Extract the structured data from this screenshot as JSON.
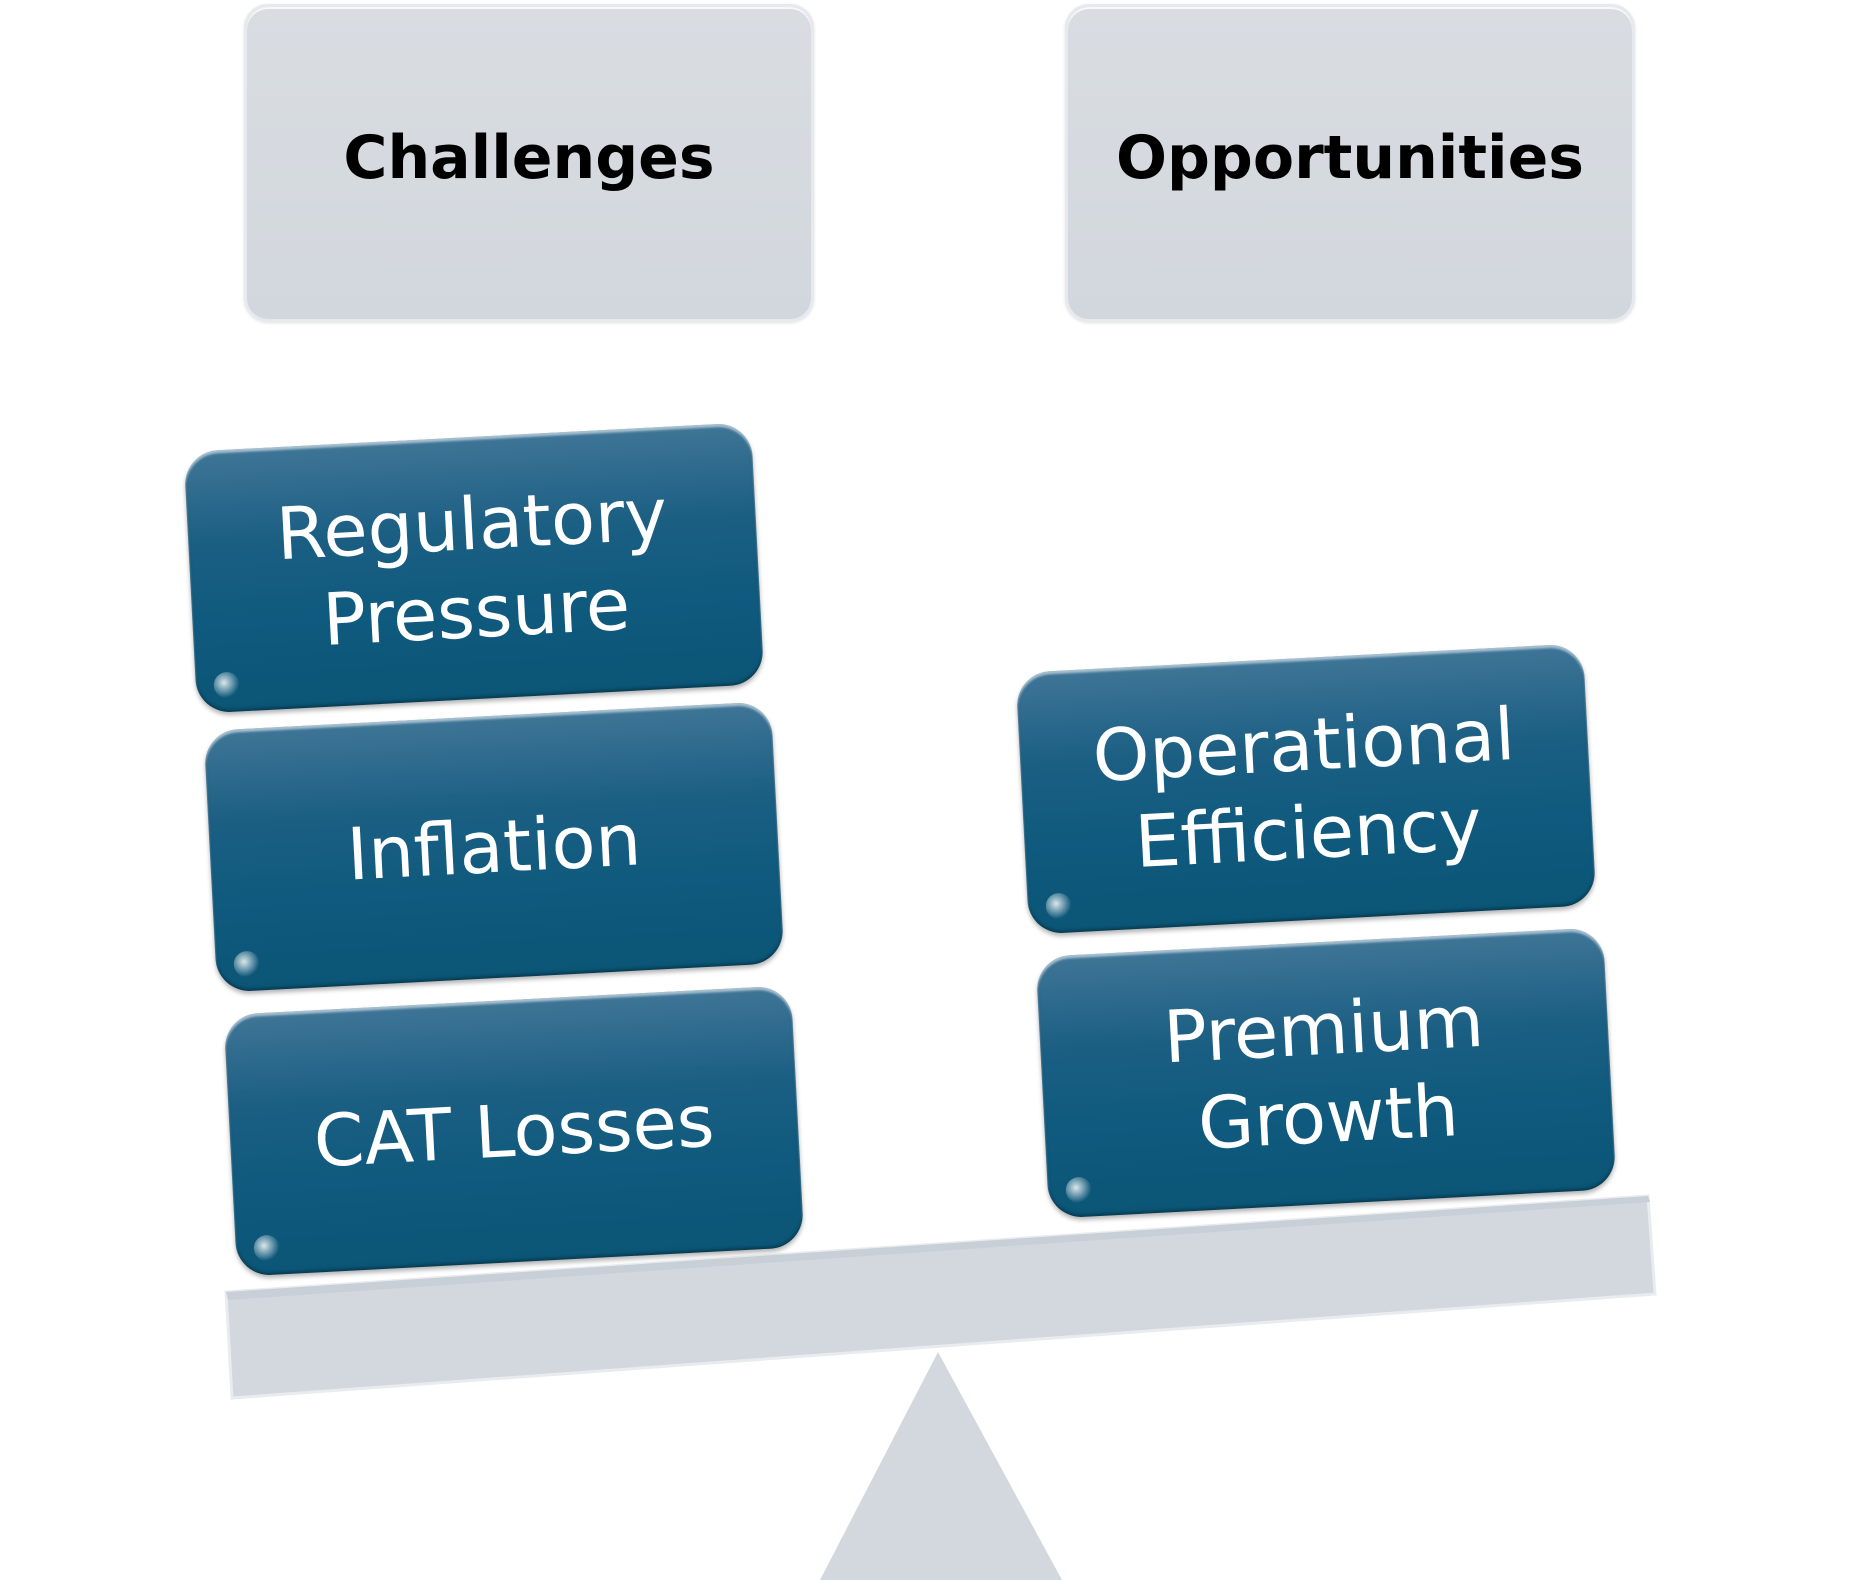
{
  "headers": {
    "challenges": "Challenges",
    "opportunities": "Opportunities"
  },
  "challenges": [
    {
      "label": "Regulatory Pressure"
    },
    {
      "label": "Inflation"
    },
    {
      "label": "CAT Losses"
    }
  ],
  "opportunities": [
    {
      "label": "Operational Efficiency"
    },
    {
      "label": "Premium Growth"
    }
  ],
  "colors": {
    "header_fill": "#d5d9de",
    "block_fill": "#145c80",
    "scale_fill": "#d3d8de",
    "header_text": "#000000",
    "block_text": "#ffffff"
  }
}
